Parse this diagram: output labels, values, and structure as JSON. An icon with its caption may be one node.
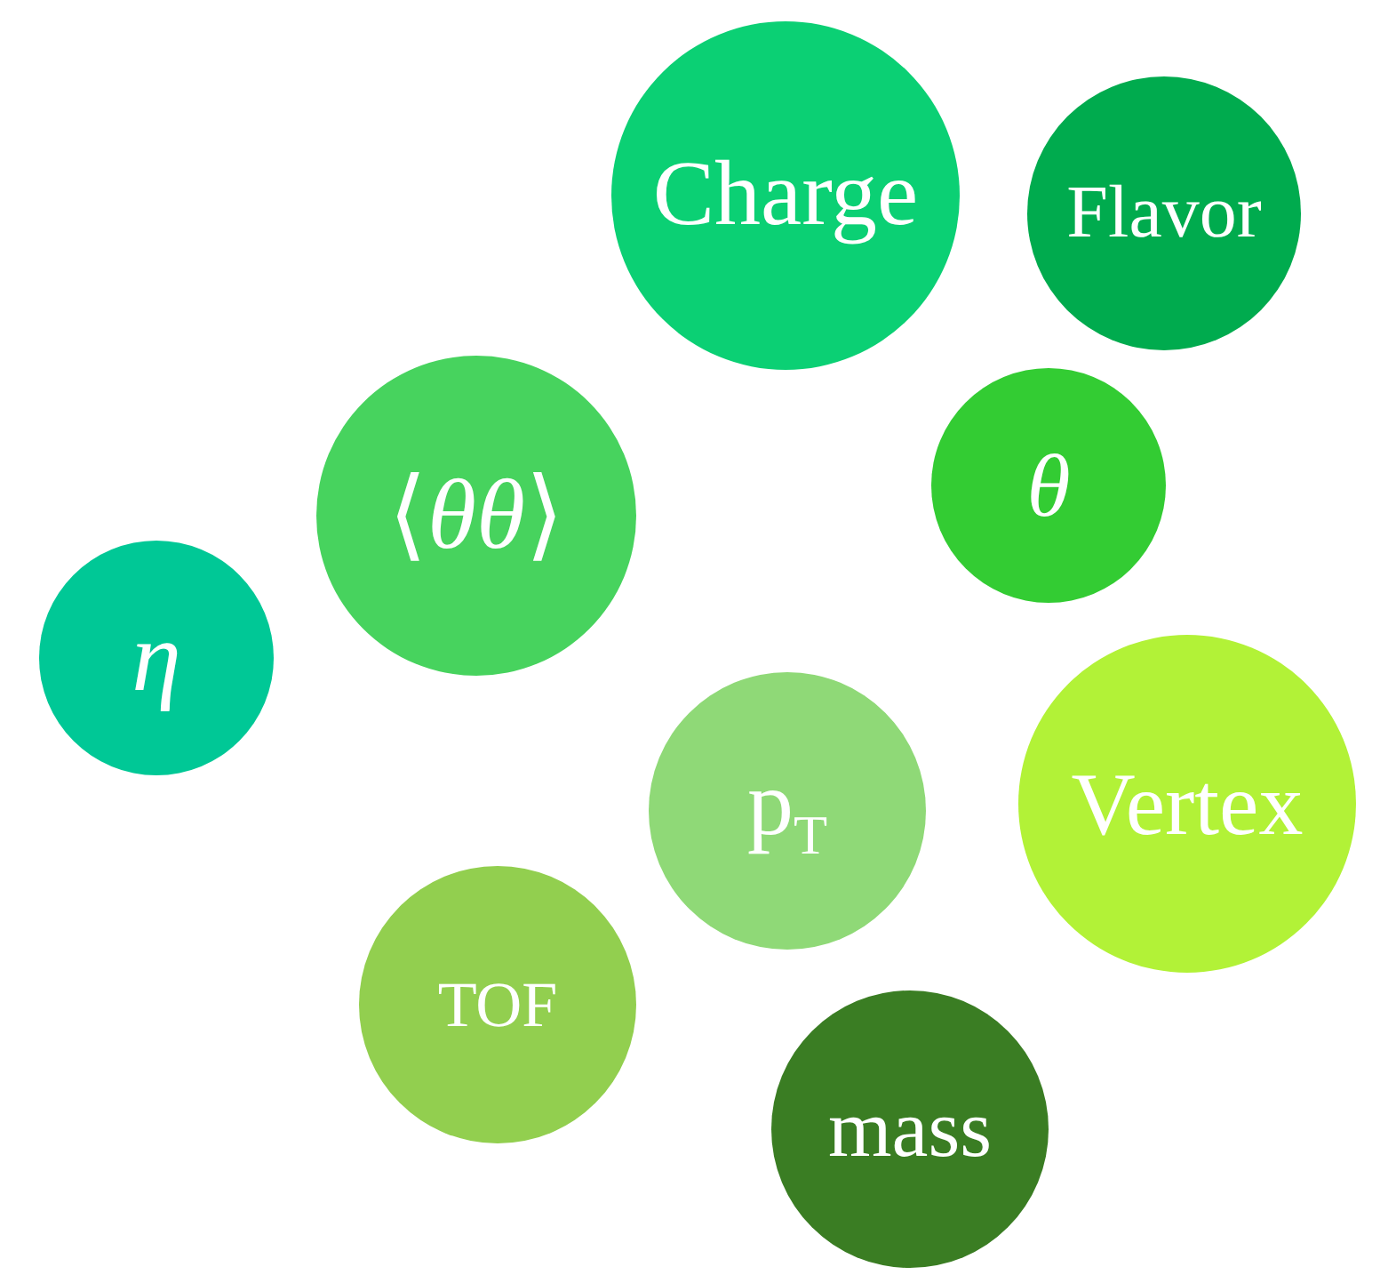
{
  "diagram": {
    "nodes": [
      {
        "text": [
          "Charge"
        ]
      },
      {
        "text": [
          "Flavor"
        ]
      },
      {
        "text": [
          "⟨*θθ*⟩"
        ]
      },
      {
        "text": [
          "θ"
        ]
      },
      {
        "text": [
          "η"
        ]
      },
      {
        "text": [
          "p$_{T}$"
        ]
      },
      {
        "text": [
          "Vertex"
        ]
      },
      {
        "text": [
          "TOF"
        ]
      },
      {
        "text": [
          "mass"
        ]
      }
    ]
  }
}
